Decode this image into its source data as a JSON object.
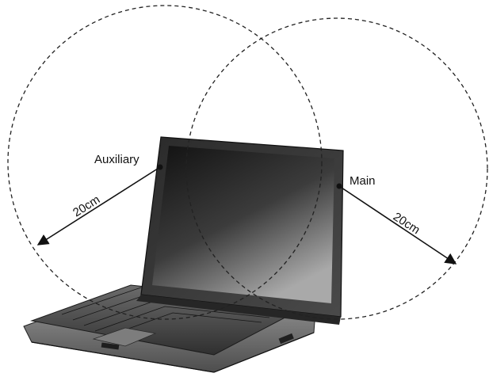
{
  "labels": {
    "auxiliary": "Auxiliary",
    "main": "Main",
    "aux_distance": "20cm",
    "main_distance": "20cm"
  },
  "colors": {
    "line": "#222222",
    "laptop_body": "#3a3a3a",
    "screen_dark": "#1a1a1a",
    "screen_light": "#8a8a8a"
  },
  "icons": {
    "laptop": "laptop-icon",
    "antenna": "antenna-point-icon",
    "arrow": "arrow-icon"
  }
}
